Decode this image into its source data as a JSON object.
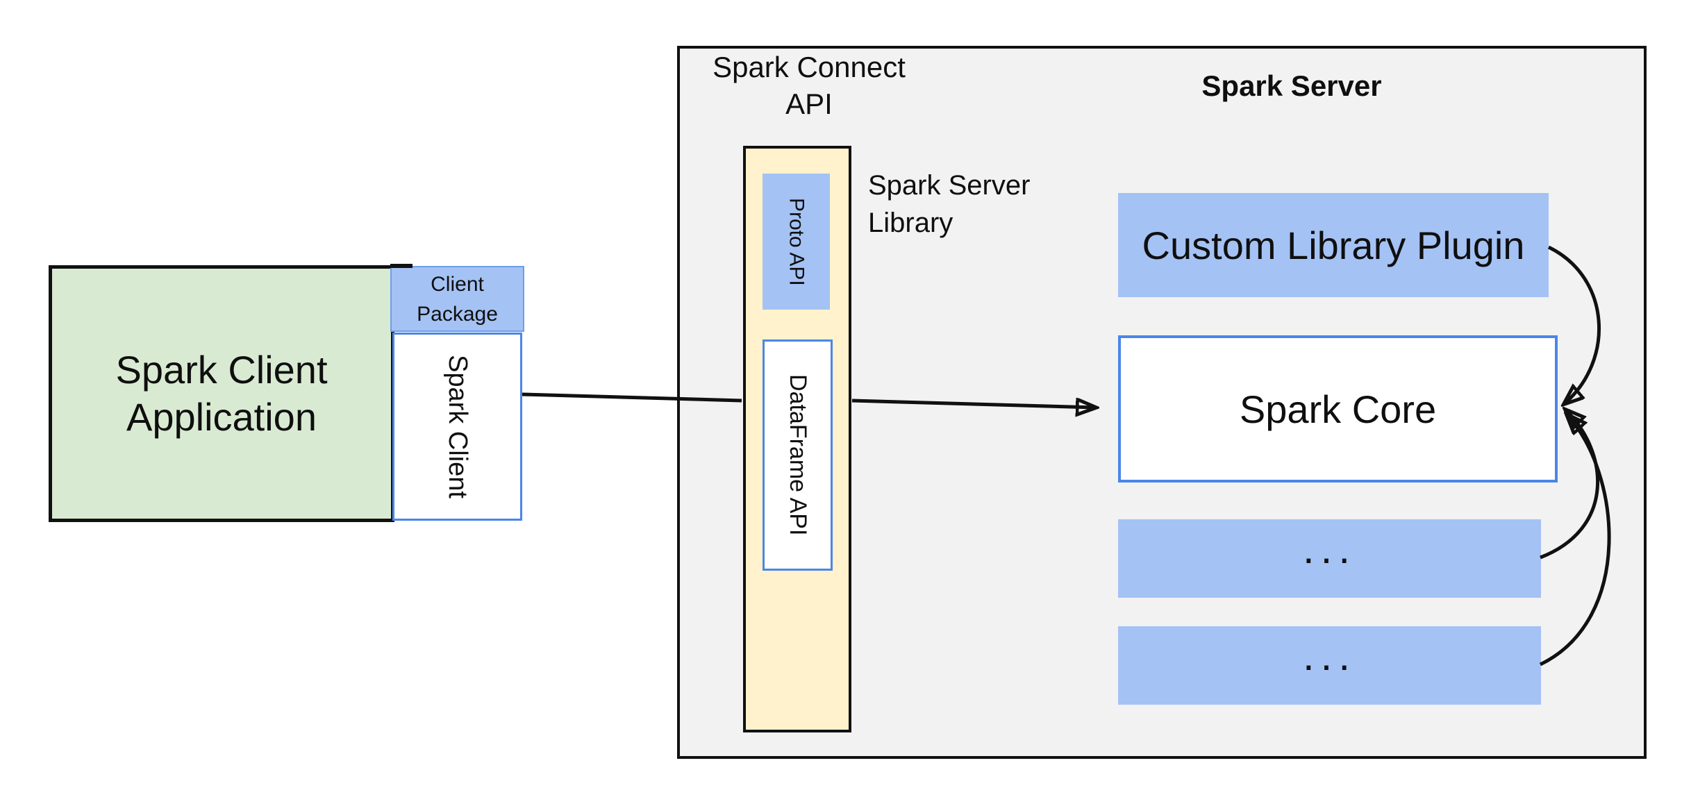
{
  "client": {
    "application_label": "Spark Client\nApplication",
    "package_label": "Client\nPackage",
    "spark_client_label": "Spark Client"
  },
  "server": {
    "connect_api_label": "Spark Connect\nAPI",
    "title": "Spark Server",
    "library_label": "Spark Server\nLibrary",
    "proto_api_label": "Proto API",
    "dataframe_api_label": "DataFrame API",
    "custom_plugin_label": "Custom Library Plugin",
    "core_label": "Spark Core",
    "placeholder_1": "...",
    "placeholder_2": "..."
  },
  "colors": {
    "client_app_fill": "#d9ead3",
    "plugin_fill": "#a4c2f4",
    "connect_api_fill": "#fff2cc",
    "server_fill": "#f2f2f2",
    "box_blue_border": "#4a86e8",
    "package_border": "#6d9eeb",
    "line_black": "#111111",
    "page_background": "#ffffff"
  },
  "connections": [
    {
      "from": "spark-client",
      "to": "spark-connect-api-box",
      "arrowhead": false
    },
    {
      "from": "spark-connect-api-box",
      "to": "spark-core",
      "arrowhead": true
    },
    {
      "from": "custom-library-plugin",
      "to": "spark-core",
      "arrowhead": true
    },
    {
      "from": "plugin-placeholder-1",
      "to": "spark-core",
      "arrowhead": true
    },
    {
      "from": "plugin-placeholder-2",
      "to": "spark-core",
      "arrowhead": true
    }
  ]
}
